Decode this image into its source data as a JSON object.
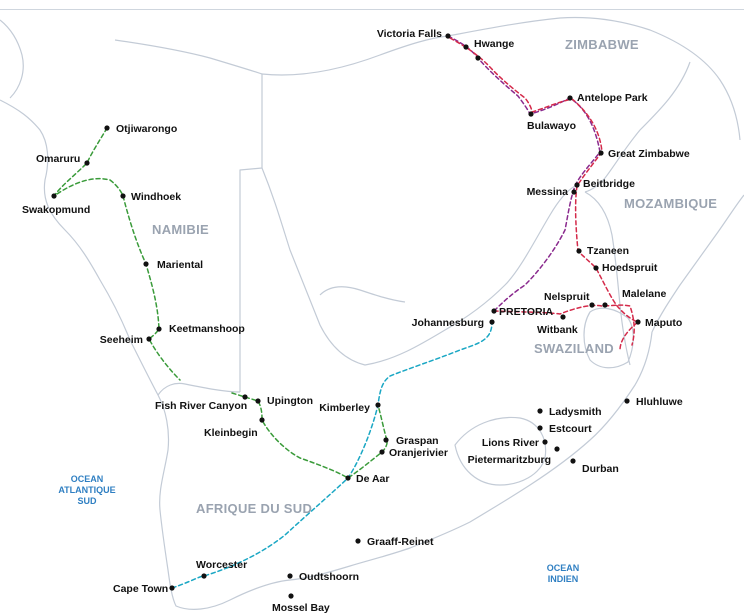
{
  "countries": {
    "zimbabwe": "ZIMBABWE",
    "namibie": "NAMIBIE",
    "mozambique": "MOZAMBIQUE",
    "swaziland": "SWAZILAND",
    "afrique_du_sud": "AFRIQUE DU SUD"
  },
  "oceans": {
    "atlantique": [
      "OCEAN",
      "ATLANTIQUE",
      "SUD"
    ],
    "indien": [
      "OCEAN",
      "INDIEN"
    ]
  },
  "cities": {
    "victoria_falls": "Victoria Falls",
    "hwange": "Hwange",
    "antelope_park": "Antelope Park",
    "bulawayo": "Bulawayo",
    "great_zimbabwe": "Great Zimbabwe",
    "beitbridge": "Beitbridge",
    "messina": "Messina",
    "tzaneen": "Tzaneen",
    "hoedspruit": "Hoedspruit",
    "nelspruit": "Nelspruit",
    "malelane": "Malelane",
    "pretoria": "PRETORIA",
    "johannesburg": "Johannesburg",
    "witbank": "Witbank",
    "maputo": "Maputo",
    "otjiwarongo": "Otjiwarongo",
    "omaruru": "Omaruru",
    "swakopmund": "Swakopmund",
    "windhoek": "Windhoek",
    "mariental": "Mariental",
    "keetmanshoop": "Keetmanshoop",
    "seeheim": "Seeheim",
    "fish_river_canyon": "Fish River Canyon",
    "upington": "Upington",
    "kleinbegin": "Kleinbegin",
    "kimberley": "Kimberley",
    "graspan": "Graspan",
    "oranjerivier": "Oranjerivier",
    "de_aar": "De Aar",
    "ladysmith": "Ladysmith",
    "estcourt": "Estcourt",
    "lions_river": "Lions River",
    "pietermaritzburg": "Pietermaritzburg",
    "durban": "Durban",
    "hluhluwe": "Hluhluwe",
    "graaff_reinet": "Graaff-Reinet",
    "worcester": "Worcester",
    "cape_town": "Cape Town",
    "oudtshoorn": "Oudtshoorn",
    "mossel_bay": "Mossel Bay"
  },
  "colors": {
    "land": "#ffffff",
    "border": "#c3cbd6",
    "route_green": "#3a9b3a",
    "route_cyan": "#1aa7c4",
    "route_purple": "#8a2a8e",
    "route_red": "#d42a4a",
    "ocean_label": "#2f7fc2",
    "country_label": "#9aa3b0"
  }
}
